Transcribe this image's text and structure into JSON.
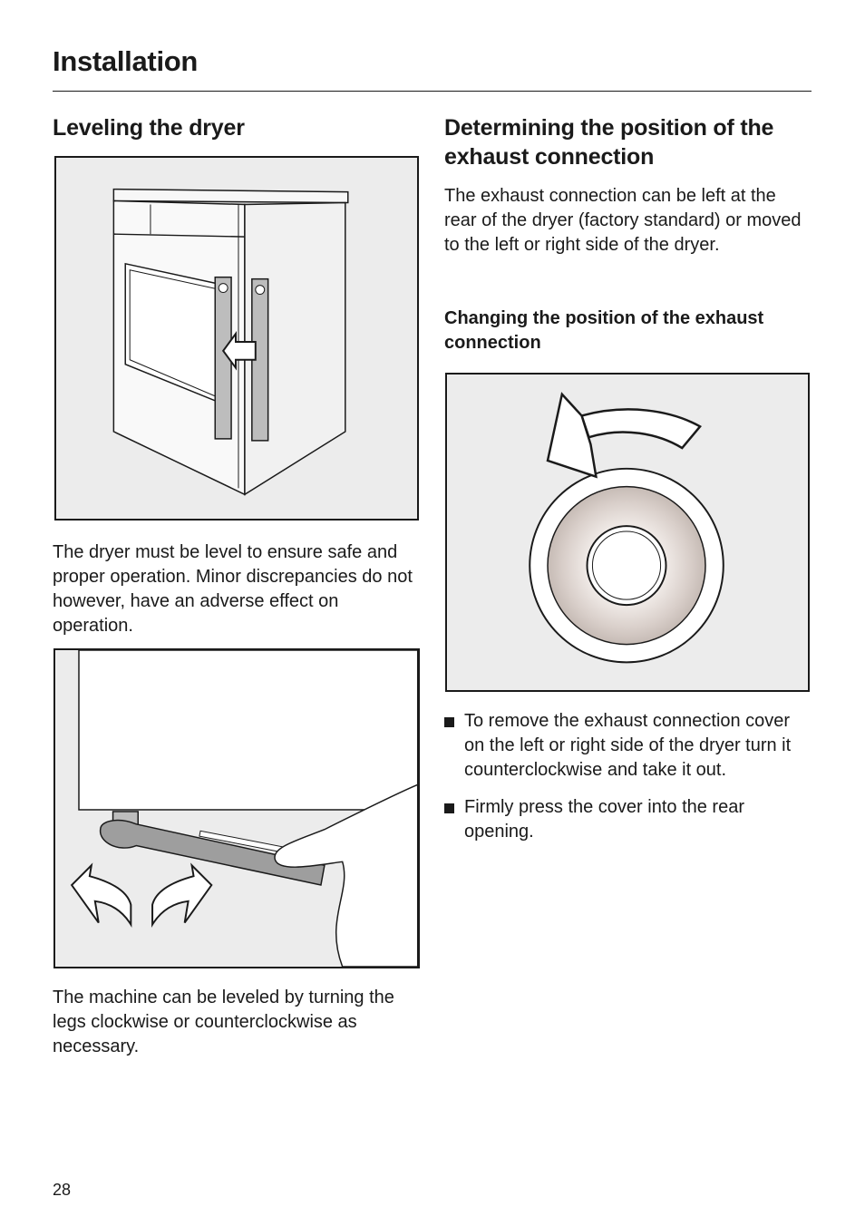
{
  "header": {
    "title": "Installation"
  },
  "left": {
    "heading": "Leveling the dryer",
    "para1": "The dryer must be level to ensure safe and proper operation. Minor discrepancies do not however, have an adverse effect on operation.",
    "para2": "The machine can be leveled by turning the legs clockwise or counterclockwise as necessary."
  },
  "right": {
    "heading": "Determining the position of the exhaust connection",
    "para1": "The exhaust connection can be left at the rear of the dryer (factory standard) or moved to the left or right side of the dryer.",
    "subheading": "Changing the position of the exhaust connection",
    "bullets": [
      "To remove the exhaust connection cover on the left or right side of the dryer turn it counterclockwise and take it out.",
      "Firmly press the cover into the rear opening."
    ]
  },
  "footer": {
    "page_number": "28"
  }
}
